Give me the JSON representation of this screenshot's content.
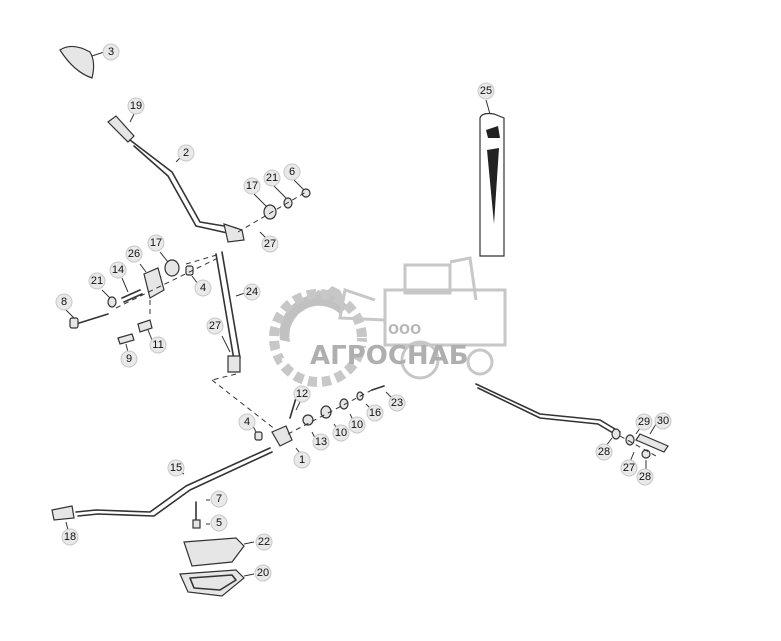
{
  "watermark": {
    "prefix": "ООО",
    "name": "АГРОСНАБ"
  },
  "callouts": {
    "c1": "1",
    "c2": "2",
    "c3": "3",
    "c4a": "4",
    "c4b": "4",
    "c5": "5",
    "c6": "6",
    "c7": "7",
    "c8": "8",
    "c9": "9",
    "c10a": "10",
    "c10b": "10",
    "c11": "11",
    "c12": "12",
    "c13": "13",
    "c14": "14",
    "c15": "15",
    "c16": "16",
    "c17a": "17",
    "c17b": "17",
    "c18": "18",
    "c19": "19",
    "c20": "20",
    "c21a": "21",
    "c21b": "21",
    "c22": "22",
    "c23": "23",
    "c24": "24",
    "c25": "25",
    "c26": "26",
    "c27a": "27",
    "c27b": "27",
    "c27c": "27",
    "c28a": "28",
    "c28b": "28",
    "c29": "29",
    "c30": "30"
  },
  "colors": {
    "line": "#333333",
    "callout_fill": "#e9e9e9",
    "watermark": "#8a8a8a"
  }
}
